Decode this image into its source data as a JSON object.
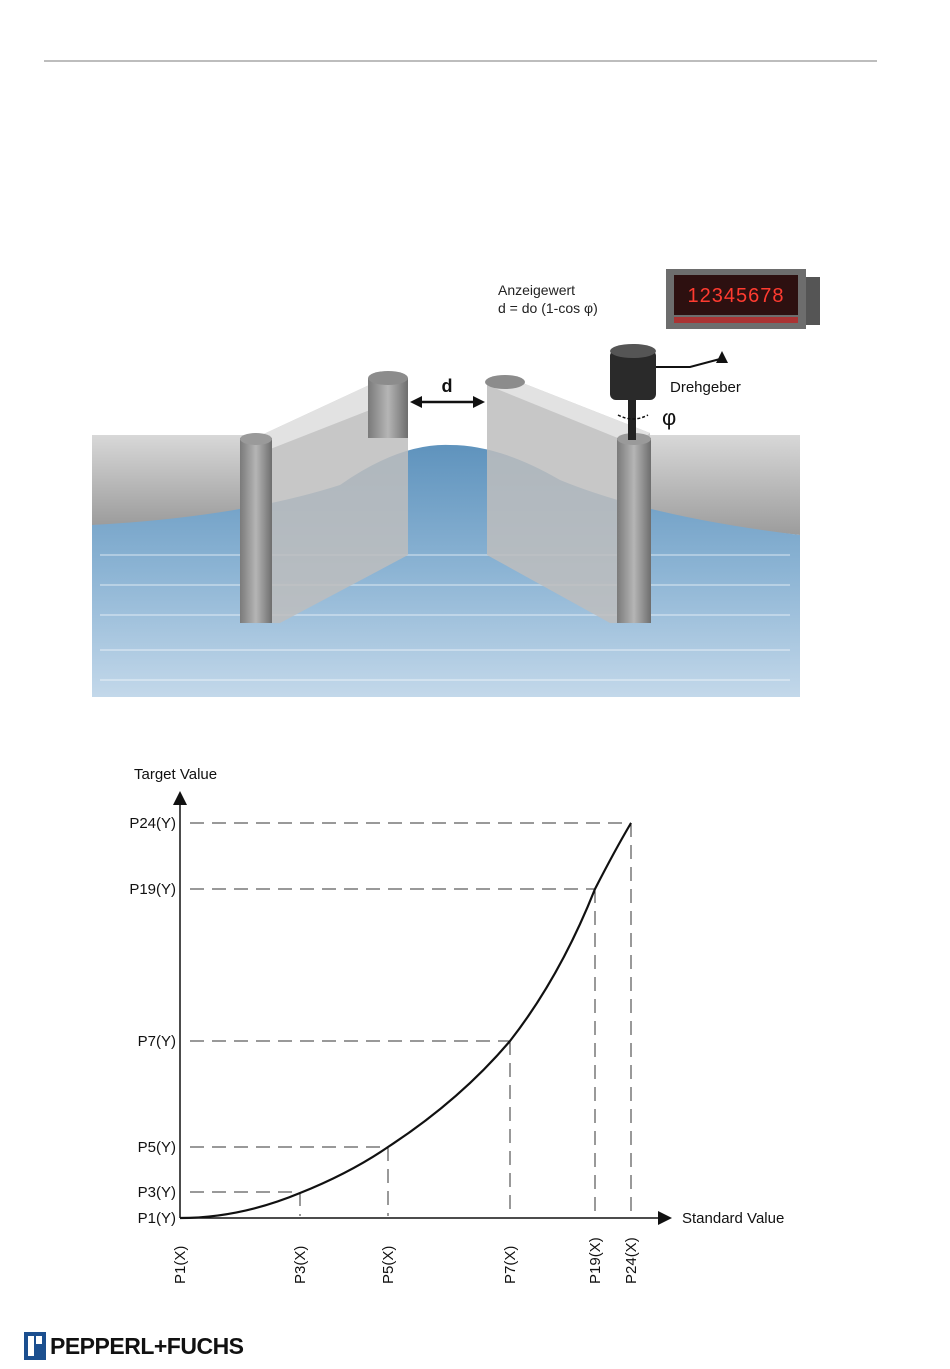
{
  "illustration": {
    "formula_title": "Anzeigewert",
    "formula": "d  =  do (1-cos φ)",
    "display_digits": "12345678",
    "encoder_label": "Drehgeber",
    "gap_label": "d",
    "angle_symbol": "φ"
  },
  "graph": {
    "y_axis_label": "Target Value",
    "x_axis_label": "Standard Value",
    "y_ticks": [
      "P24(Y)",
      "P19(Y)",
      "P7(Y)",
      "P5(Y)",
      "P3(Y)",
      "P1(Y)"
    ],
    "x_ticks": [
      "P1(X)",
      "P3(X)",
      "P5(X)",
      "P7(X)",
      "P19(X)",
      "P24(X)"
    ]
  },
  "footer": {
    "logo_text": "PEPPERL+FUCHS"
  }
}
